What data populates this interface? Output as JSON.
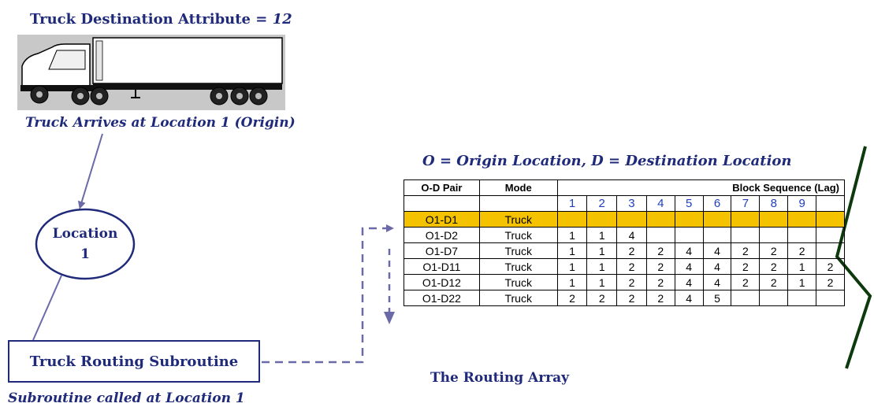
{
  "header": {
    "label": "Truck Destination Attribute = ",
    "value": "12"
  },
  "truck_caption": "Truck Arrives at Location 1  (Origin)",
  "location_node": {
    "line1": "Location",
    "line2": "1"
  },
  "subroutine": {
    "button_label": "Truck Routing Subroutine",
    "caption": "Subroutine called at Location 1"
  },
  "table": {
    "legend": "O = Origin Location, D = Destination Location",
    "headers": {
      "pair": "O-D Pair",
      "mode": "Mode",
      "block": "Block Sequence (Lag)"
    },
    "lag_numbers": [
      "1",
      "2",
      "3",
      "4",
      "5",
      "6",
      "7",
      "8",
      "9"
    ],
    "rows": [
      {
        "pair": "O1-D1",
        "mode": "Truck",
        "cells": [
          "",
          "",
          "",
          "",
          "",
          "",
          "",
          "",
          "",
          ""
        ],
        "highlight": true
      },
      {
        "pair": "O1-D2",
        "mode": "Truck",
        "cells": [
          "1",
          "1",
          "4",
          "",
          "",
          "",
          "",
          "",
          "",
          ""
        ]
      },
      {
        "pair": "O1-D7",
        "mode": "Truck",
        "cells": [
          "1",
          "1",
          "2",
          "2",
          "4",
          "4",
          "2",
          "2",
          "2",
          ""
        ]
      },
      {
        "pair": "O1-D11",
        "mode": "Truck",
        "cells": [
          "1",
          "1",
          "2",
          "2",
          "4",
          "4",
          "2",
          "2",
          "1",
          "2"
        ]
      },
      {
        "pair": "O1-D12",
        "mode": "Truck",
        "cells": [
          "1",
          "1",
          "2",
          "2",
          "4",
          "4",
          "2",
          "2",
          "1",
          "2"
        ]
      },
      {
        "pair": "O1-D22",
        "mode": "Truck",
        "cells": [
          "2",
          "2",
          "2",
          "2",
          "4",
          "5",
          "",
          "",
          "",
          ""
        ]
      }
    ],
    "caption": "The Routing Array"
  },
  "colors": {
    "navy": "#1f2a7a",
    "highlight": "#f5c200",
    "lag_blue": "#1f3fbf",
    "connector": "#6a6aa8"
  }
}
